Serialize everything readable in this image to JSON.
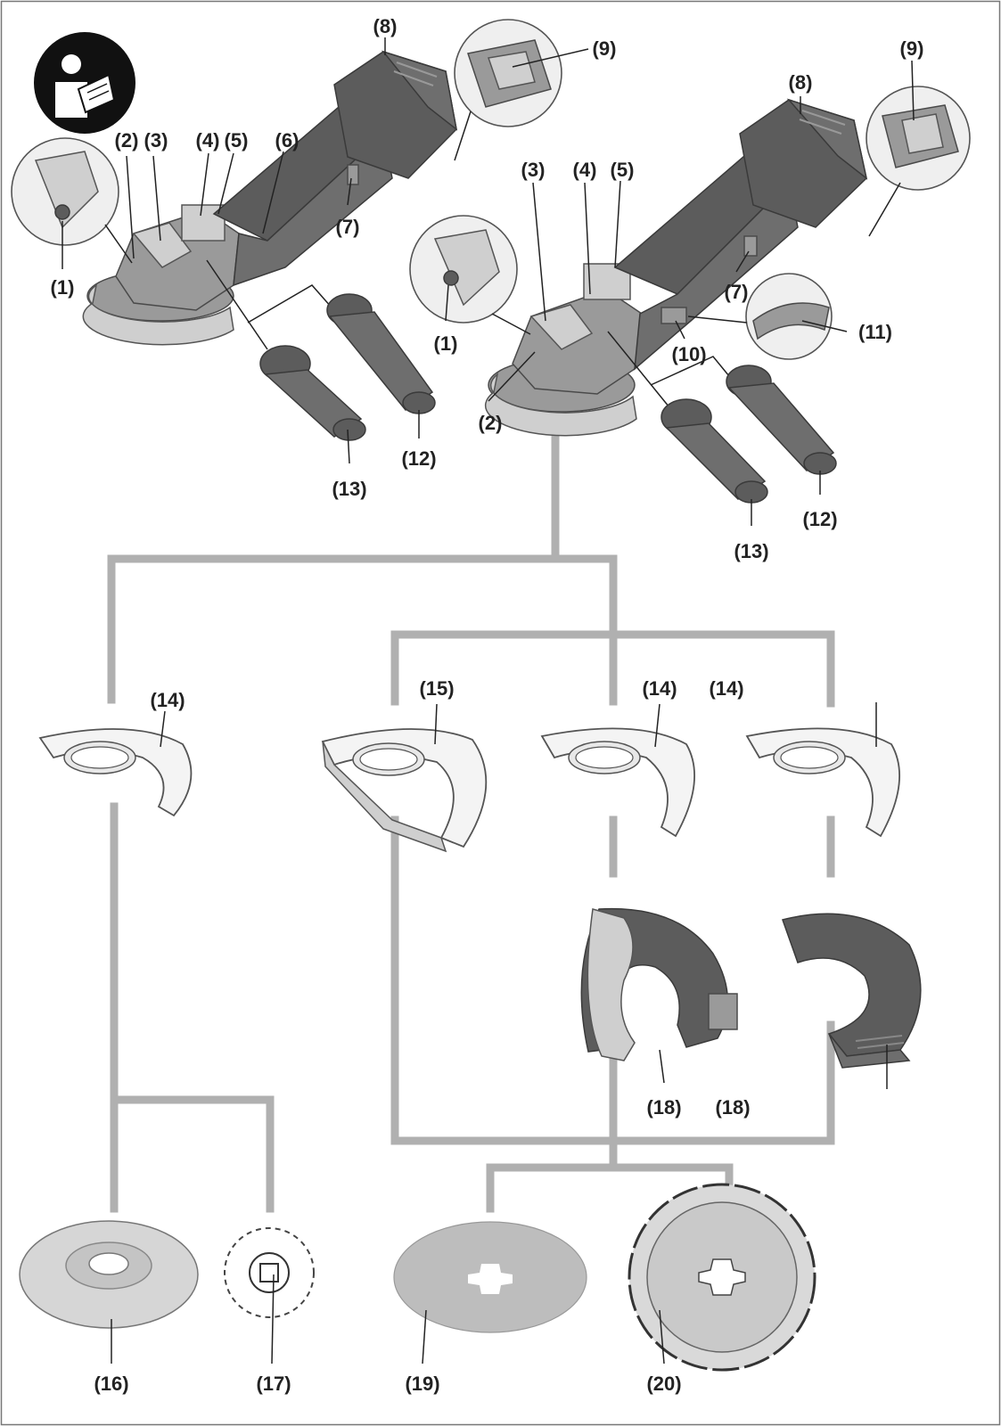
{
  "labels": {
    "l1a": "(1)",
    "l2a": "(2)",
    "l3a": "(3)",
    "l4a": "(4)",
    "l5a": "(5)",
    "l6a": "(6)",
    "l7a": "(7)",
    "l8a": "(8)",
    "l9a": "(9)",
    "l12a": "(12)",
    "l13a": "(13)",
    "l1b": "(1)",
    "l2b": "(2)",
    "l3b": "(3)",
    "l4b": "(4)",
    "l5b": "(5)",
    "l7b": "(7)",
    "l8b": "(8)",
    "l9b": "(9)",
    "l10b": "(10)",
    "l11b": "(11)",
    "l12b": "(12)",
    "l13b": "(13)",
    "g14a": "(14)",
    "g15": "(15)",
    "g14b": "(14)",
    "g14c": "(14)",
    "g18a": "(18)",
    "g18b": "(18)",
    "d16": "(16)",
    "d17": "(17)",
    "d19": "(19)",
    "d20": "(20)"
  },
  "icons": [
    "read-manual-icon"
  ]
}
